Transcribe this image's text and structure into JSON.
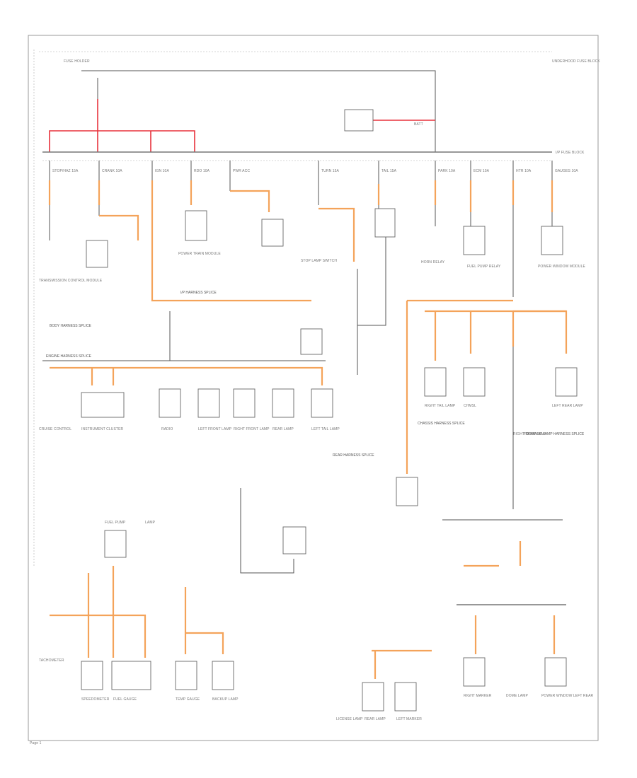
{
  "diagram": {
    "colors": {
      "power_feed": "#e8323c",
      "orange_wire": "#f4a35a",
      "ground_line": "#555555"
    },
    "left_header": "FUSE HOLDER",
    "top_right": "UNDERHOOD FUSE BLOCK",
    "bus_label": "I/P FUSE BLOCK",
    "red_feed_label": "BATT",
    "fuses": {
      "f1": "STOP/HAZ 15A",
      "f2": "CRANK 10A",
      "f3": "IGN 10A",
      "f4": "RDO 10A",
      "f5": "PWR ACC",
      "f6": "TURN 15A",
      "f7": "TAIL 15A",
      "f8": "PARK 10A",
      "f9": "ECM 10A",
      "f10": "HTR 10A",
      "f11": "GAUGES 10A"
    },
    "top_components": {
      "c1": "TRANSMISSION CONTROL MODULE",
      "c2": "POWER TRAIN MODULE",
      "c3": "STOP LAMP SWITCH",
      "c4": "HORN RELAY",
      "c5": "FUEL PUMP RELAY",
      "c6": "POWER WINDOW MODULE"
    },
    "mid_components": {
      "c1": "CRUISE CONTROL",
      "c2": "INSTRUMENT CLUSTER",
      "c3": "RADIO",
      "c4": "LEFT FRONT LAMP",
      "c5": "RIGHT FRONT LAMP",
      "c6": "REAR LAMP",
      "c7": "LEFT TAIL LAMP",
      "c8": "RIGHT TAIL LAMP",
      "c9": "CHMSL",
      "c10": "LEFT REAR LAMP",
      "c11": "RIGHT REAR LAMP"
    },
    "bottom_components": {
      "c1": "FUEL PUMP",
      "c2": "LAMP",
      "c3": "TACHOMETER",
      "c4": "SPEEDOMETER",
      "c5": "FUEL GAUGE",
      "c6": "TEMP GAUGE",
      "c7": "BACKUP LAMP",
      "c8": "LICENSE LAMP",
      "c9": "REAR LAMP",
      "c10": "LEFT MARKER",
      "c11": "RIGHT MARKER",
      "c12": "DOME LAMP",
      "c13": "POWER WINDOW LEFT REAR"
    },
    "notes": {
      "n1": "I/P HARNESS SPLICE",
      "n2": "BODY HARNESS SPLICE",
      "n3": "ENGINE HARNESS SPLICE",
      "n4": "REAR HARNESS SPLICE",
      "n5": "CHASSIS HARNESS SPLICE",
      "n6": "FORWARD LAMP HARNESS SPLICE"
    },
    "page_number": "Page 1"
  }
}
